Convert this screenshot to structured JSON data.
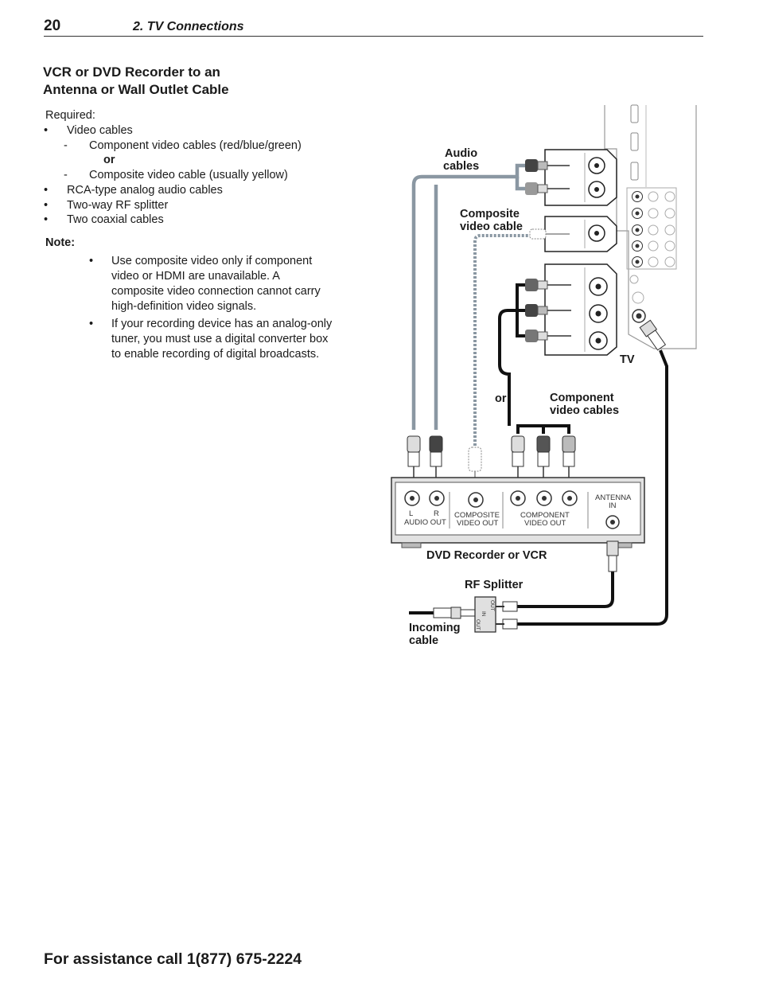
{
  "header": {
    "page_number": "20",
    "section": "2. TV Connections"
  },
  "title_line1": "VCR or DVD Recorder to an",
  "title_line2": "Antenna or Wall Outlet Cable",
  "required": {
    "label": "Required:",
    "video_cables": "Video cables",
    "component": "Component video cables (red/blue/green)",
    "or": "or",
    "composite": "Composite video cable (usually yellow)",
    "audio": "RCA-type analog audio cables",
    "splitter": "Two-way RF splitter",
    "coax": "Two coaxial cables"
  },
  "note": {
    "label": "Note:",
    "item1_lines": [
      "Use composite video only if component",
      "video or HDMI are unavailable.  A",
      "composite video connection cannot carry",
      "high-definition video signals."
    ],
    "item2_lines": [
      "If your recording device has an analog-only",
      "tuner, you must use a digital converter box",
      "to enable recording of digital broadcasts."
    ]
  },
  "diagram": {
    "audio_cables": [
      "Audio",
      "cables"
    ],
    "composite_video_cable": [
      "Composite",
      "video cable"
    ],
    "tv": "TV",
    "or": "or",
    "component_video_cables": [
      "Component",
      "video cables"
    ],
    "device": {
      "l": "L",
      "r": "R",
      "audio_out": "AUDIO OUT",
      "composite_video_out": [
        "COMPOSITE",
        "VIDEO OUT"
      ],
      "component_video_out": [
        "COMPONENT",
        "VIDEO OUT"
      ],
      "antenna_in": [
        "ANTENNA",
        "IN"
      ]
    },
    "dvd_recorder_or_vcr": "DVD Recorder or VCR",
    "rf_splitter": "RF Splitter",
    "splitter_ports": {
      "in": "IN",
      "out": "OUT"
    },
    "incoming_cable": [
      "Incoming",
      "cable"
    ]
  },
  "footer": "For assistance call 1(877) 675-2224"
}
